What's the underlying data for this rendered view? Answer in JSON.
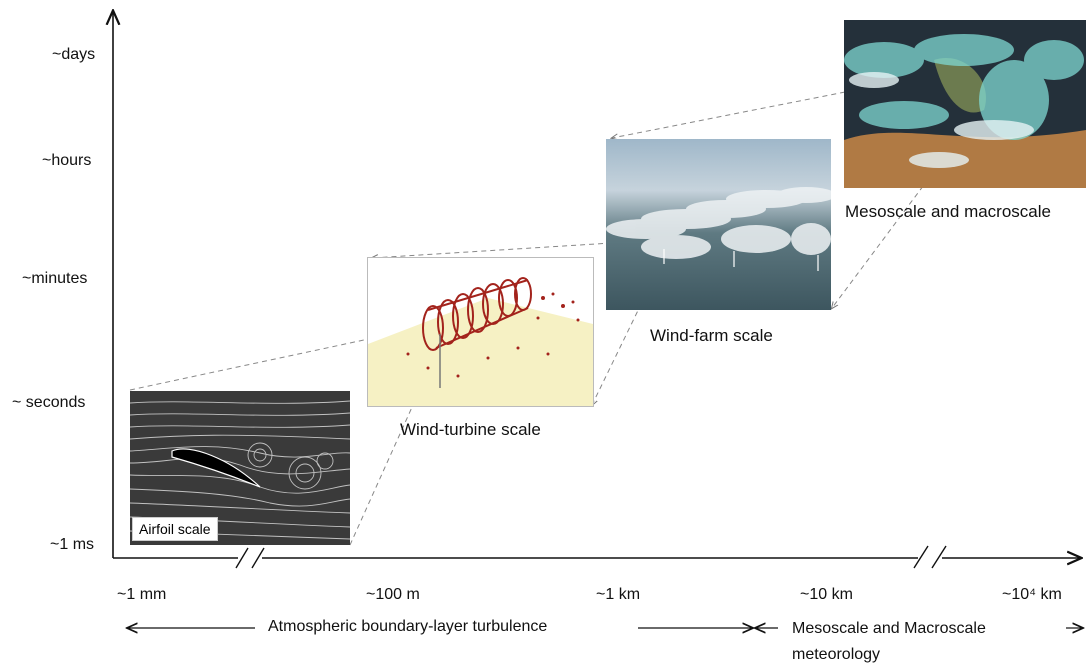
{
  "y_axis": {
    "ticks": [
      "~days",
      "~hours",
      "~minutes",
      "~ seconds",
      "~1 ms"
    ]
  },
  "x_axis": {
    "ticks": [
      "~1 mm",
      "~100 m",
      "~1 km",
      "~10 km",
      "~10⁴ km"
    ]
  },
  "scales": {
    "airfoil": "Airfoil scale",
    "turbine": "Wind-turbine scale",
    "farm": "Wind-farm scale",
    "meso": "Mesoscale and macroscale"
  },
  "ranges": {
    "abl": "Atmospheric boundary-layer turbulence",
    "meso_line1": "Mesoscale and Macroscale",
    "meso_line2": "meteorology"
  },
  "colors": {
    "axis": "#111111",
    "dashed": "#888888",
    "turbine_red": "#a3231c",
    "turbine_plane": "#f6f1c4"
  }
}
